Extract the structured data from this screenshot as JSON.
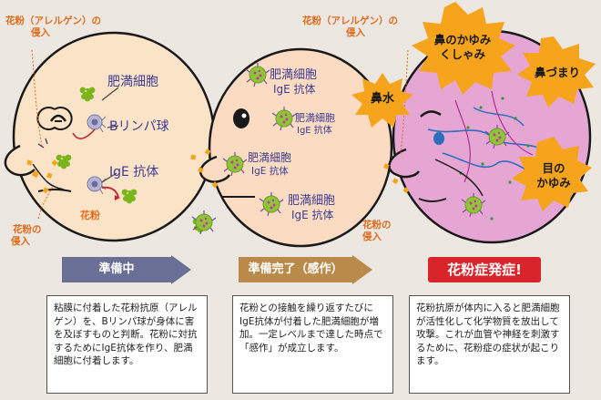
{
  "colors": {
    "background": "#ece8e1",
    "face1": "#fbe3c8",
    "face2": "#fbdcc3",
    "face3": "#e6a6d4",
    "stage1_btn": "#6a6f96",
    "stage2_btn": "#b98a4a",
    "stage3_btn": "#d8242a",
    "orange_label": "#e26b1c",
    "cell_label": "#3c3a8f",
    "burst": "#f6a41b"
  },
  "face1": {
    "pollen_top": "花粉（アレルゲン）の\n侵入",
    "mast_cell": "肥満細胞",
    "b_cell": "Bリンパ球",
    "ige": "IgE 抗体",
    "pollen": "花粉",
    "pollen_bottom": "花粉の\n侵入"
  },
  "face2": {
    "cell1_line1": "肥満細胞",
    "cell1_line2": "IgE 抗体",
    "cell2_line1": "肥満細胞",
    "cell2_line2": "IgE 抗体",
    "cell3_line1": "肥満細胞",
    "cell3_line2": "IgE 抗体",
    "cell4_line1": "肥満細胞",
    "cell4_line2": "IgE 抗体"
  },
  "face3": {
    "pollen_top": "花粉（アレルゲン）の\n侵入",
    "runny_nose": "鼻水",
    "sneeze": "鼻のかゆみ\nくしゃみ",
    "stuffy": "鼻づまり",
    "itchy_eyes": "目の\nかゆみ",
    "pollen_bottom": "花粉の\n侵入"
  },
  "stages": [
    {
      "label": "準備中",
      "text": "粘膜に付着した花粉抗原（アレルゲン）を、Bリンパ球が身体に害を及ぼすものと判断。花粉に対抗するためにIgE抗体を作り、肥満細胞に付着します。"
    },
    {
      "label": "準備完了（感作）",
      "text": "花粉との接触を繰り返すたびにIgE抗体が付着した肥満細胞が増加。一定レベルまで達した時点で「感作」が成立します。"
    },
    {
      "label": "花粉症発症!",
      "text": "花粉抗原が体内に入ると肥満細胞が活性化して化学物質を放出して攻撃。これが血管や神経を刺激するために、花粉症の症状が起こります。"
    }
  ]
}
